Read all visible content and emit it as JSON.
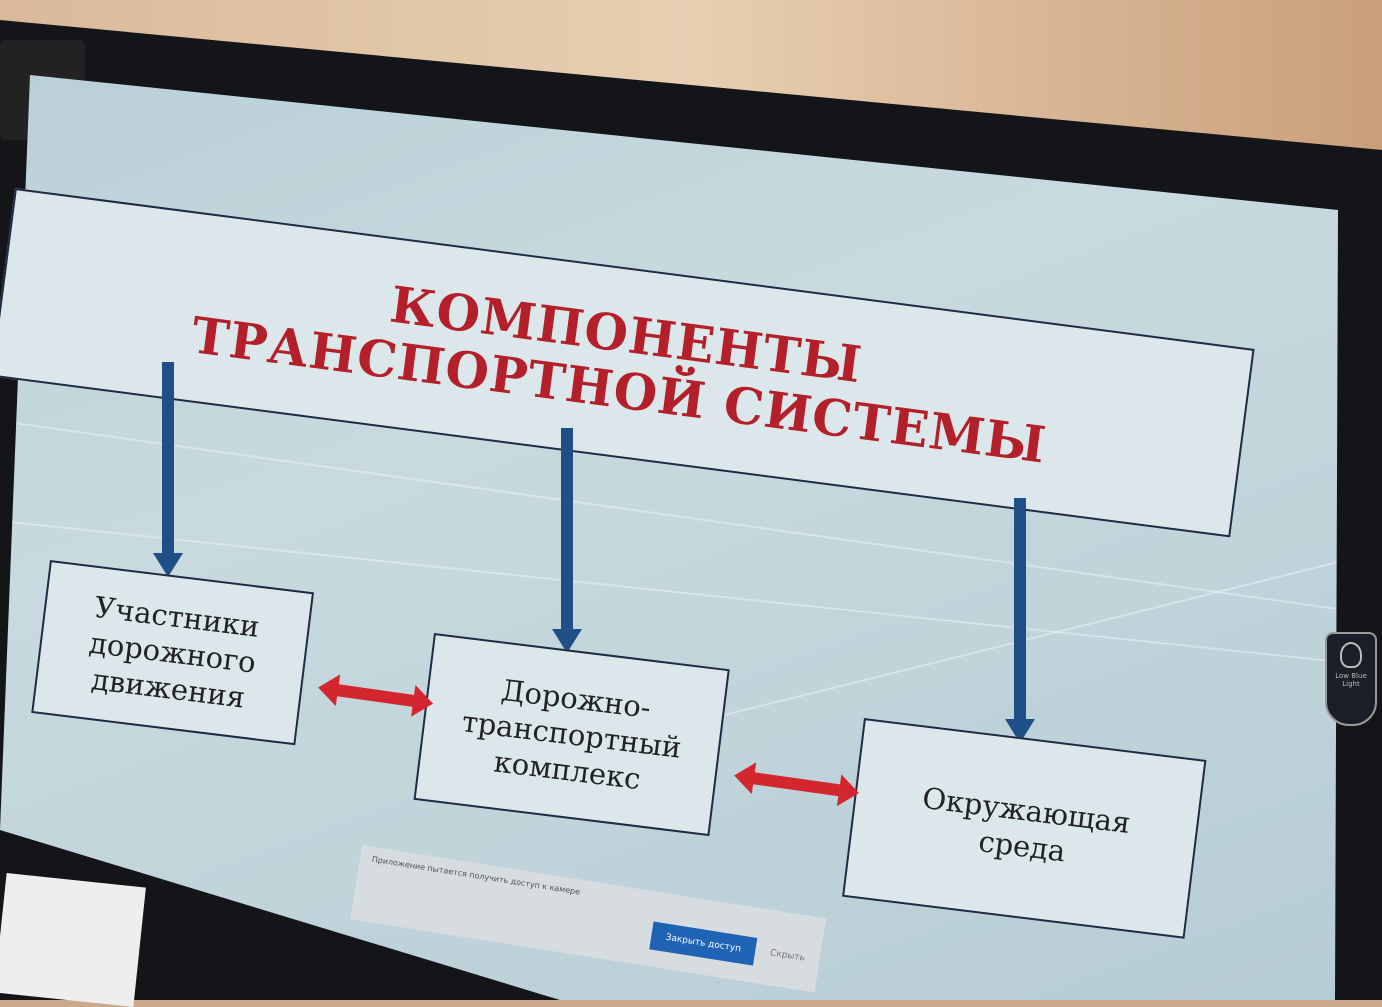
{
  "slide": {
    "title_line1": "КОМПОНЕНТЫ",
    "title_line2": "ТРАНСПОРТНОЙ СИСТЕМЫ",
    "boxes": [
      {
        "lines": [
          "Участники",
          "дорожного",
          "движения"
        ]
      },
      {
        "lines": [
          "Дорожно-",
          "транспортный",
          "комплекс"
        ]
      },
      {
        "lines": [
          "Окружающая",
          "среда"
        ]
      }
    ]
  },
  "notification": {
    "text": "Приложение пытается получить доступ к камере",
    "primary_button": "Закрыть доступ",
    "secondary_button": "Скрыть"
  },
  "monitor": {
    "badge_text": "Low Blue Light"
  },
  "colors": {
    "title": "#b3202a",
    "down_arrow": "#1f4f86",
    "double_arrow": "#d4262e",
    "box_border": "#1f2a44"
  }
}
